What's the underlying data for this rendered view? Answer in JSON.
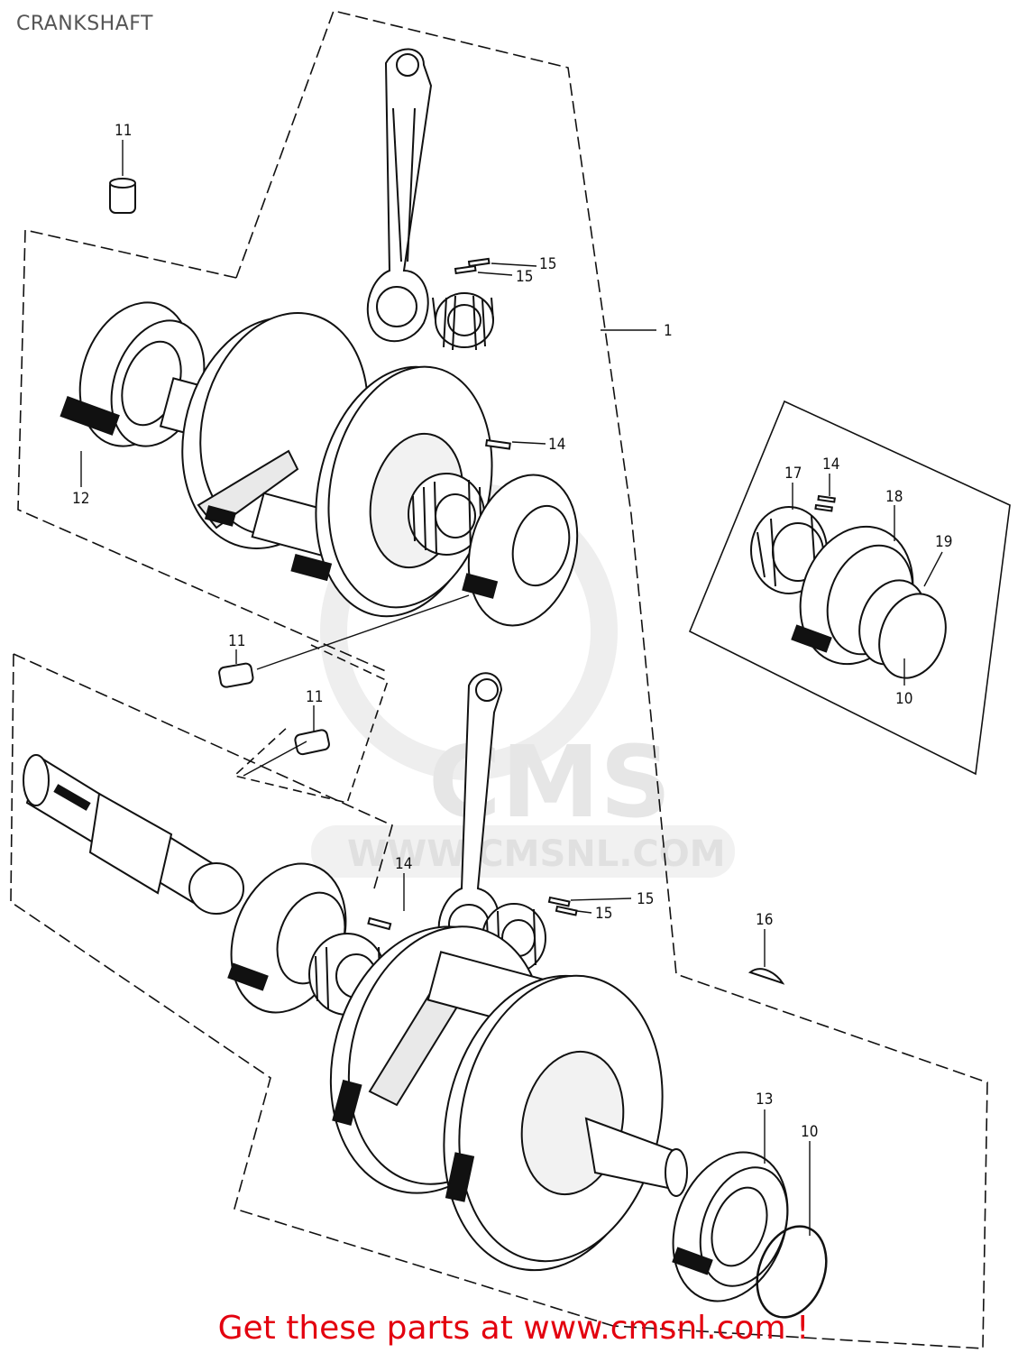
{
  "page": {
    "title": "CRANKSHAFT"
  },
  "watermark": {
    "brand": "CMS",
    "url": "WWW.CMSNL.COM"
  },
  "callouts": [
    {
      "id": "c11a",
      "label": "11"
    },
    {
      "id": "c15a",
      "label": "15"
    },
    {
      "id": "c15b",
      "label": "15"
    },
    {
      "id": "c1",
      "label": "1"
    },
    {
      "id": "c12",
      "label": "12"
    },
    {
      "id": "c14a",
      "label": "14"
    },
    {
      "id": "c17",
      "label": "17"
    },
    {
      "id": "c14b",
      "label": "14"
    },
    {
      "id": "c18",
      "label": "18"
    },
    {
      "id": "c19",
      "label": "19"
    },
    {
      "id": "c10a",
      "label": "10"
    },
    {
      "id": "c11b",
      "label": "11"
    },
    {
      "id": "c11c",
      "label": "11"
    },
    {
      "id": "c14c",
      "label": "14"
    },
    {
      "id": "c15c",
      "label": "15"
    },
    {
      "id": "c15d",
      "label": "15"
    },
    {
      "id": "c16",
      "label": "16"
    },
    {
      "id": "c13",
      "label": "13"
    },
    {
      "id": "c10b",
      "label": "10"
    }
  ],
  "footer": {
    "text": "Get these parts at www.cmsnl.com !"
  },
  "colors": {
    "footer": "#e3000f",
    "lines": "#111111",
    "watermark": "#e6e6e6"
  }
}
